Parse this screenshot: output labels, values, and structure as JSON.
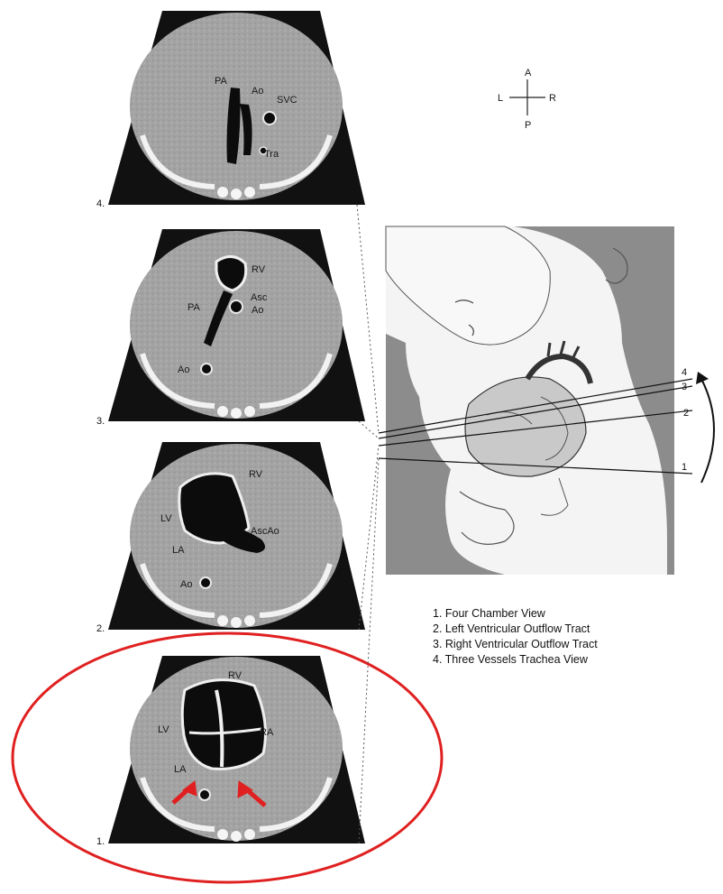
{
  "panels": [
    {
      "number": "4.",
      "labels": [
        "PA",
        "Ao",
        "SVC",
        "Tra"
      ]
    },
    {
      "number": "3.",
      "labels": [
        "RV",
        "Asc",
        "Ao",
        "PA",
        "Ao"
      ]
    },
    {
      "number": "2.",
      "labels": [
        "RV",
        "LV",
        "AscAo",
        "LA",
        "Ao"
      ]
    },
    {
      "number": "1.",
      "labels": [
        "RV",
        "LV",
        "RA",
        "LA"
      ]
    }
  ],
  "compass": {
    "top": "A",
    "left": "L",
    "right": "R",
    "bottom": "P"
  },
  "plane_numbers": [
    "4",
    "3",
    "2",
    "1"
  ],
  "legend": [
    "1. Four Chamber View",
    "2. Left Ventricular Outflow Tract",
    "3. Right Ventricular Outflow Tract",
    "4. Three Vessels Trachea View"
  ],
  "colors": {
    "highlight": "#e02020",
    "background_panel": "#8a8a8a",
    "scan_fill": "#a6a6a6"
  }
}
